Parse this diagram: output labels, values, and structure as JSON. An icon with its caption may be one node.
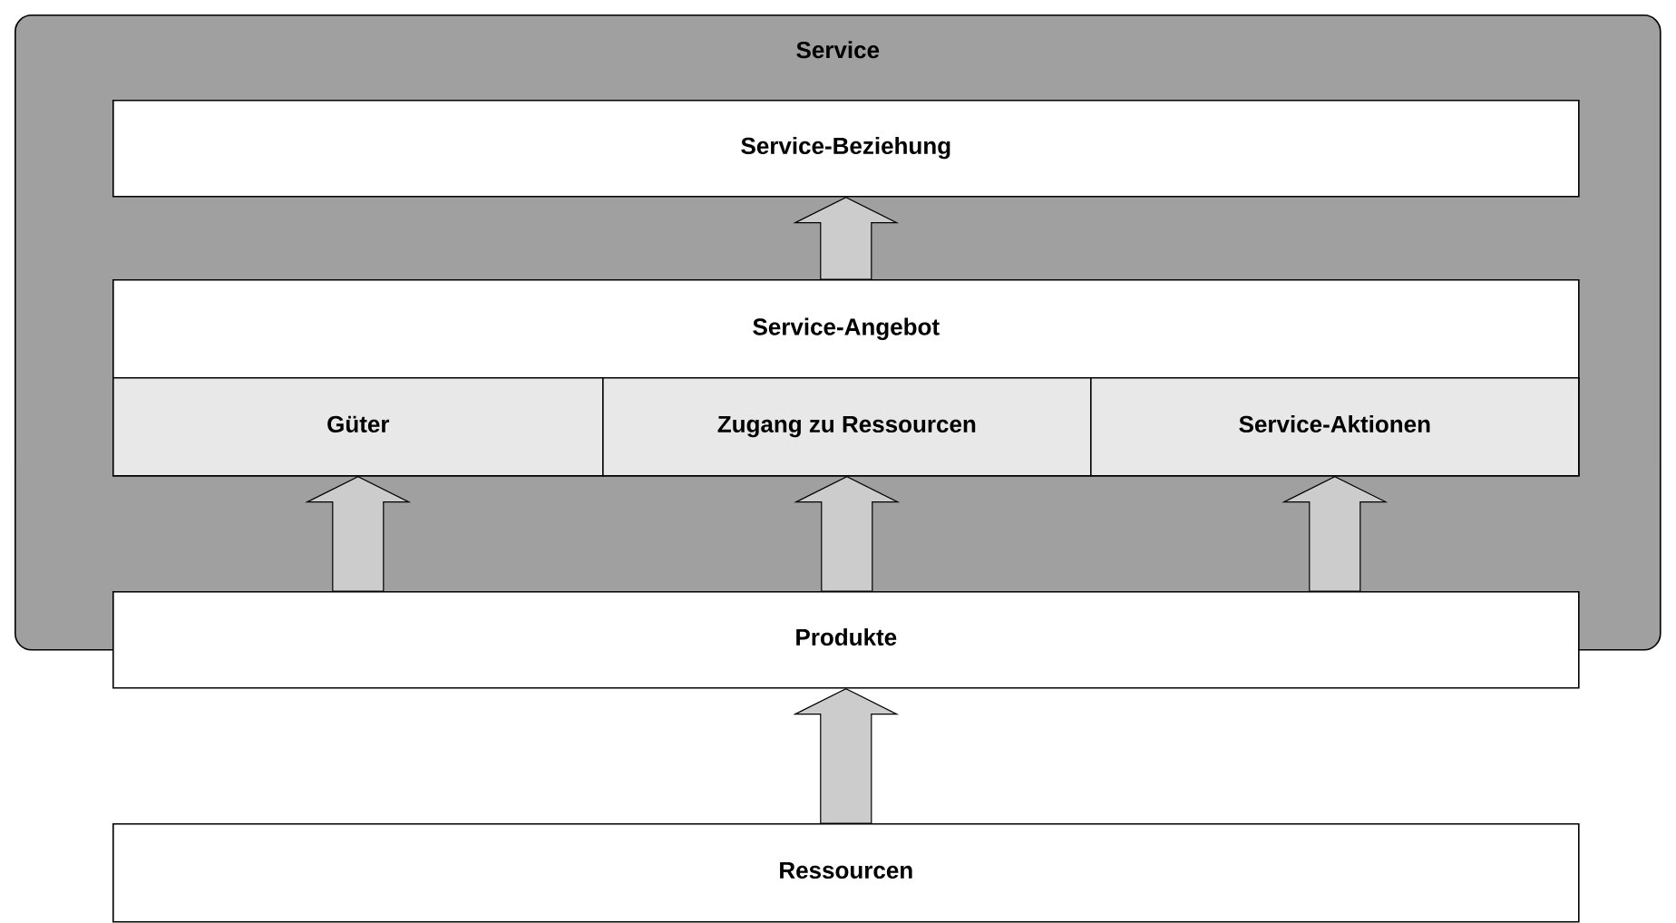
{
  "diagram": {
    "nodes": [
      {
        "text": [
          "Service"
        ]
      },
      {
        "text": [
          "Service-Beziehung"
        ],
        "in": 0
      },
      {
        "text": [
          "Service-Angebot"
        ],
        "in": 0
      },
      {
        "text": [
          "Güter"
        ],
        "in": 2
      },
      {
        "text": [
          "Zugang zu Ressourcen"
        ],
        "in": 2
      },
      {
        "text": [
          "Service-Aktionen"
        ],
        "in": 2
      },
      {
        "text": [
          "Produkte"
        ]
      },
      {
        "text": [
          "Ressourcen"
        ]
      }
    ],
    "edges": [
      {
        "from": 2,
        "to": 1,
        "arrow": "to"
      },
      {
        "from": 6,
        "to": 3,
        "arrow": "to"
      },
      {
        "from": 6,
        "to": 4,
        "arrow": "to"
      },
      {
        "from": 6,
        "to": 5,
        "arrow": "to"
      },
      {
        "from": 7,
        "to": 6,
        "arrow": "to"
      }
    ]
  }
}
